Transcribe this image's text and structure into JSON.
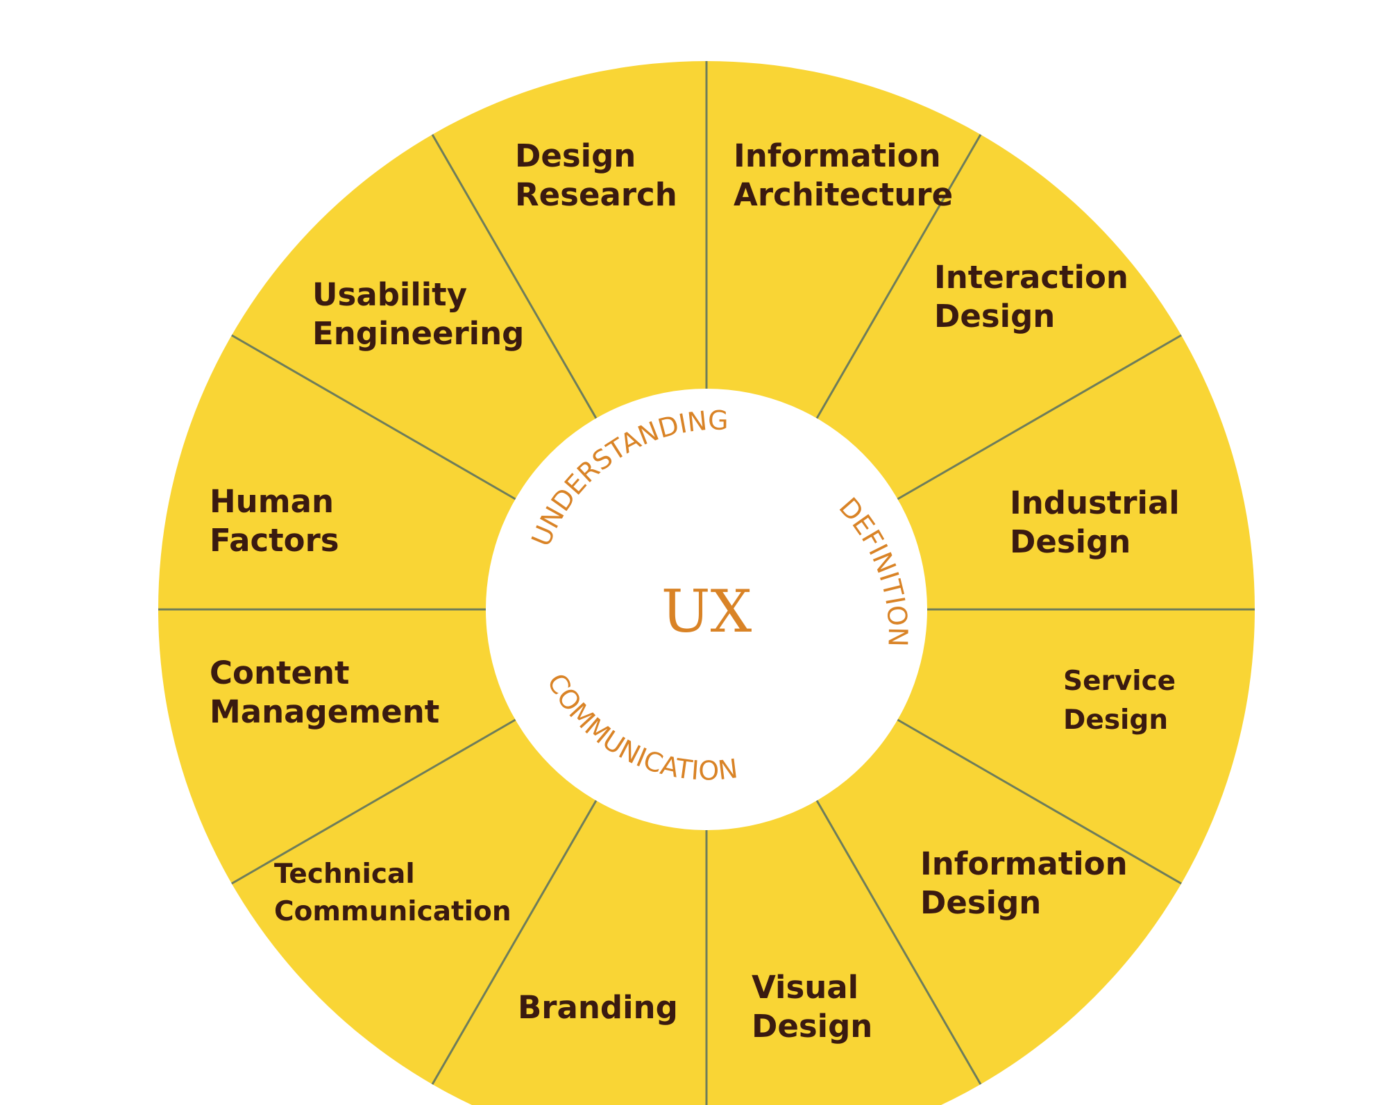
{
  "colors": {
    "segment_fill": "#f9d535",
    "divider": "#6e7d5a",
    "label": "#3a1a10",
    "center_text": "#d98326",
    "hub": "#ffffff"
  },
  "center": {
    "label": "UX"
  },
  "ring_words": {
    "understanding": "UNDERSTANDING",
    "definition": "DEFINITION",
    "communication": "COMMUNICATION"
  },
  "segments": [
    {
      "id": "design-research",
      "lines": [
        "Design",
        "Research"
      ]
    },
    {
      "id": "information-architecture",
      "lines": [
        "Information",
        "Architecture"
      ]
    },
    {
      "id": "interaction-design",
      "lines": [
        "Interaction",
        "Design"
      ]
    },
    {
      "id": "industrial-design",
      "lines": [
        "Industrial",
        "Design"
      ]
    },
    {
      "id": "service-design",
      "lines": [
        "Service",
        "Design"
      ]
    },
    {
      "id": "information-design",
      "lines": [
        "Information",
        "Design"
      ]
    },
    {
      "id": "visual-design",
      "lines": [
        "Visual",
        "Design"
      ]
    },
    {
      "id": "branding",
      "lines": [
        "Branding"
      ]
    },
    {
      "id": "technical-communication",
      "lines": [
        "Technical",
        "Communication"
      ]
    },
    {
      "id": "content-management",
      "lines": [
        "Content",
        "Management"
      ]
    },
    {
      "id": "human-factors",
      "lines": [
        "Human",
        "Factors"
      ]
    },
    {
      "id": "usability-engineering",
      "lines": [
        "Usability",
        "Engineering"
      ]
    }
  ]
}
